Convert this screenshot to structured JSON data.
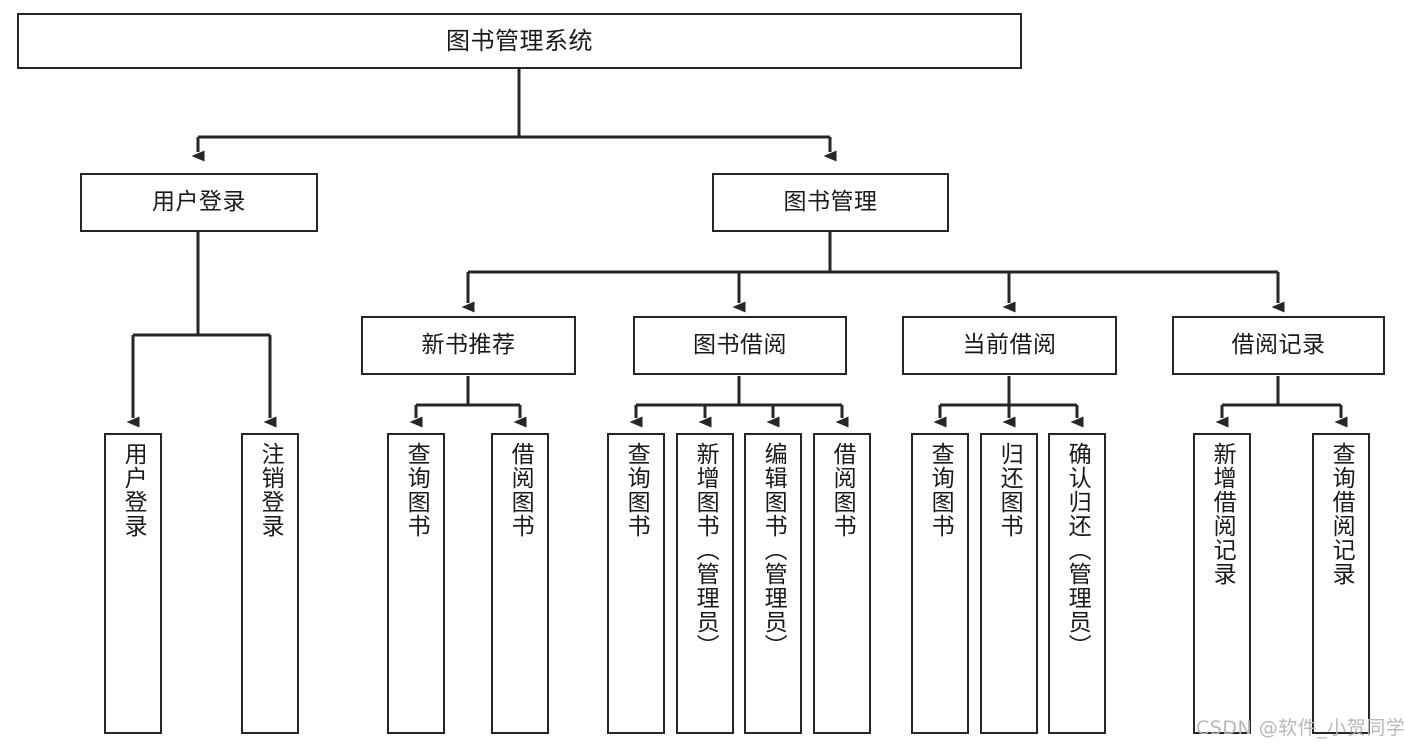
{
  "diagram": {
    "type": "tree-hierarchy",
    "title": "图书管理系统",
    "background_color": "#ffffff",
    "line_color": "#262626",
    "box_fill": "#ffffff",
    "text_color": "#1a1a1a",
    "nodes": {
      "root": {
        "label": "图书管理系统",
        "level": 0
      },
      "l1": [
        {
          "id": "user-login",
          "label": "用户登录",
          "level": 1
        },
        {
          "id": "book-manage",
          "label": "图书管理",
          "level": 1
        }
      ],
      "l2": [
        {
          "id": "new-book-recommend",
          "label": "新书推荐",
          "level": 2,
          "parent": "book-manage"
        },
        {
          "id": "book-borrow",
          "label": "图书借阅",
          "level": 2,
          "parent": "book-manage"
        },
        {
          "id": "current-borrow",
          "label": "当前借阅",
          "level": 2,
          "parent": "book-manage"
        },
        {
          "id": "borrow-record",
          "label": "借阅记录",
          "level": 2,
          "parent": "book-manage"
        }
      ],
      "leaves": [
        {
          "id": "leaf-user-login",
          "label": "用户登录",
          "parent": "user-login"
        },
        {
          "id": "leaf-logout-login",
          "label": "注销登录",
          "parent": "user-login"
        },
        {
          "id": "leaf-query-book-1",
          "label": "查询图书",
          "parent": "new-book-recommend"
        },
        {
          "id": "leaf-borrow-book-1",
          "label": "借阅图书",
          "parent": "new-book-recommend"
        },
        {
          "id": "leaf-query-book-2",
          "label": "查询图书",
          "parent": "book-borrow"
        },
        {
          "id": "leaf-add-book",
          "label": "新增图书（管理员）",
          "parent": "book-borrow"
        },
        {
          "id": "leaf-edit-book",
          "label": "编辑图书（管理员）",
          "parent": "book-borrow"
        },
        {
          "id": "leaf-borrow-book-2",
          "label": "借阅图书",
          "parent": "book-borrow"
        },
        {
          "id": "leaf-query-book-3",
          "label": "查询图书",
          "parent": "current-borrow"
        },
        {
          "id": "leaf-return-book",
          "label": "归还图书",
          "parent": "current-borrow"
        },
        {
          "id": "leaf-confirm-return",
          "label": "确认归还（管理员）",
          "parent": "current-borrow"
        },
        {
          "id": "leaf-add-record",
          "label": "新增借阅记录",
          "parent": "borrow-record"
        },
        {
          "id": "leaf-query-record",
          "label": "查询借阅记录",
          "parent": "borrow-record"
        }
      ]
    }
  },
  "watermark": {
    "text": "CSDN @软件_小贺同学"
  }
}
